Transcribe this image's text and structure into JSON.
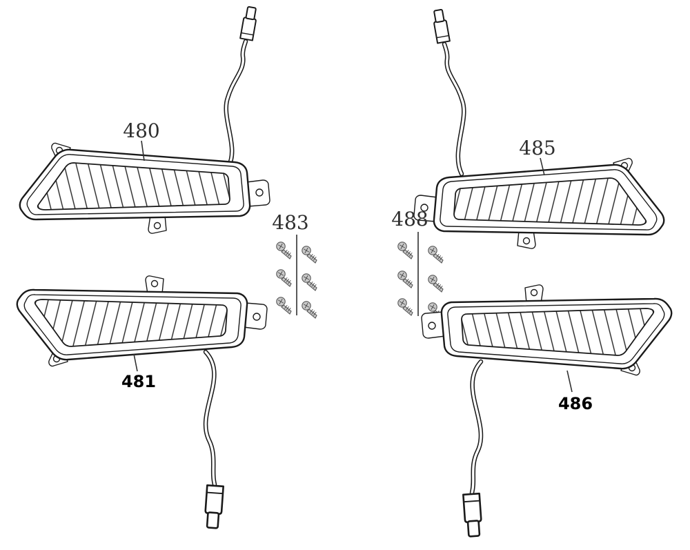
{
  "diagram": {
    "background_color": "#ffffff",
    "line_color": "#1a1a1a",
    "screw_fill_color": "#c9c9c9",
    "label_color": "#2f2f2f",
    "callouts": {
      "part_480": "480",
      "part_481": "481",
      "part_483": "483",
      "part_485": "485",
      "part_486": "486",
      "part_488": "488"
    },
    "parts": [
      {
        "callout": "480",
        "type": "indicator-lamp-with-wiring-harness",
        "position": "top-left"
      },
      {
        "callout": "481",
        "type": "indicator-lamp-with-wiring-harness",
        "position": "bottom-left"
      },
      {
        "callout": "483",
        "type": "screw-set",
        "screw_count": 6,
        "position": "center-left"
      },
      {
        "callout": "485",
        "type": "indicator-lamp-with-wiring-harness",
        "position": "top-right"
      },
      {
        "callout": "486",
        "type": "indicator-lamp-with-wiring-harness",
        "position": "bottom-right"
      },
      {
        "callout": "488",
        "type": "screw-set",
        "screw_count": 6,
        "position": "center-right"
      }
    ]
  }
}
